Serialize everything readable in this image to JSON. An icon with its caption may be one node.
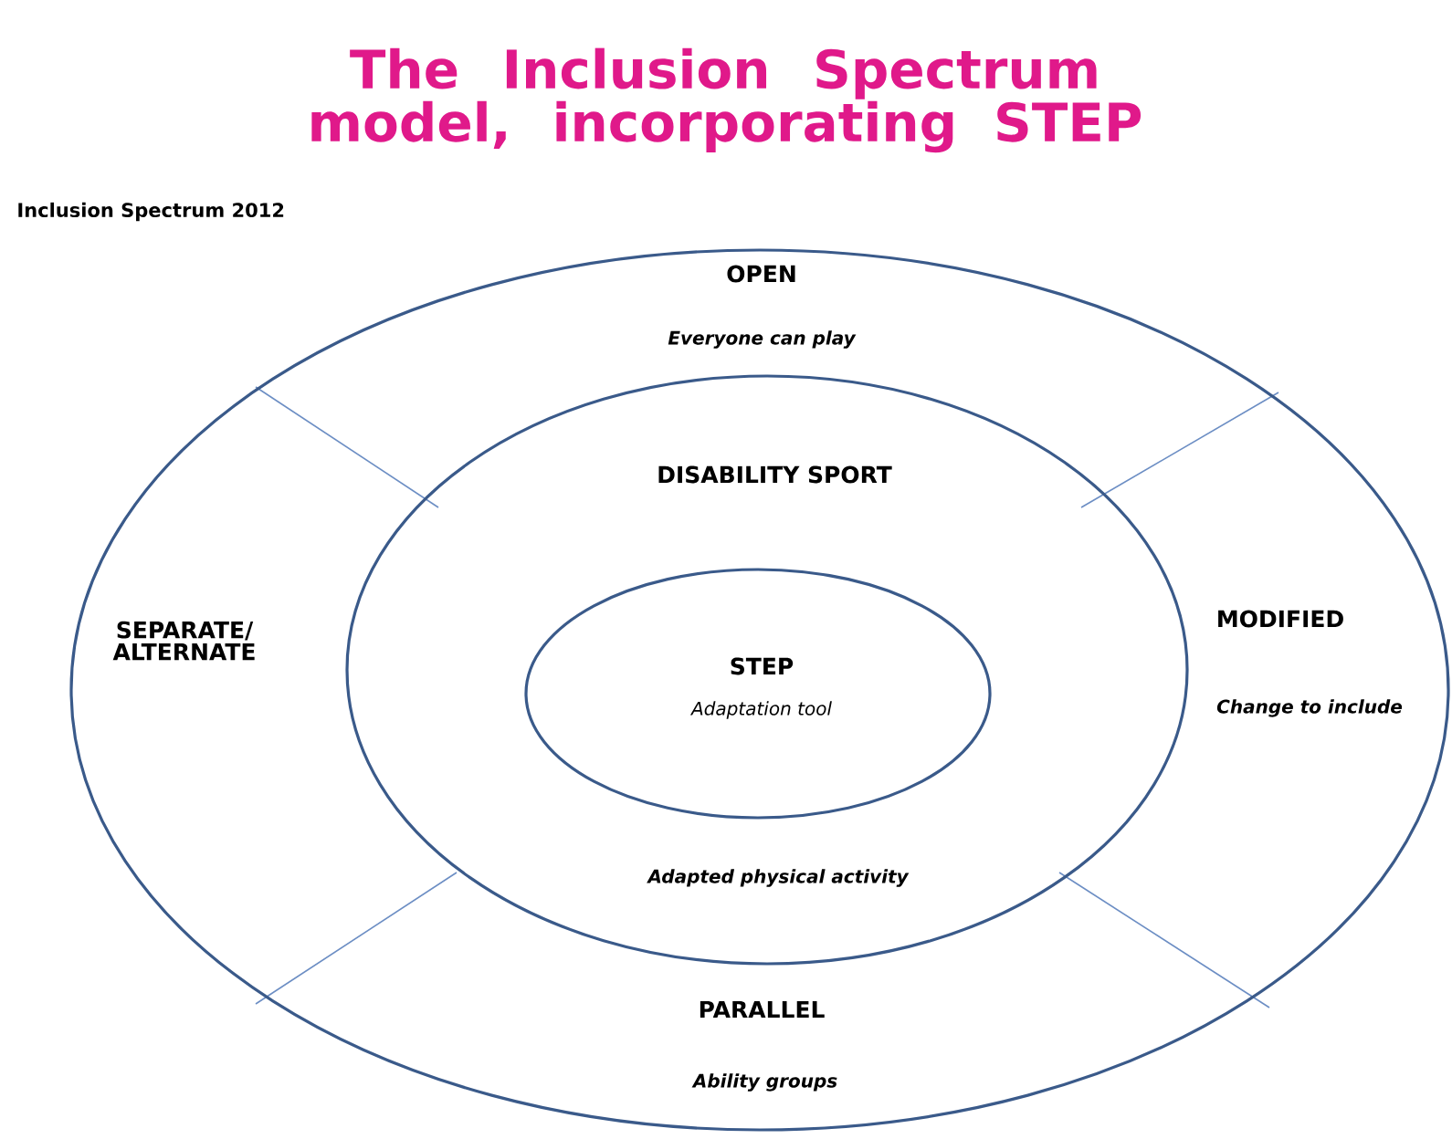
{
  "diagram": {
    "title": "The Inclusion Spectrum model, incorporating STEP",
    "nodes": [
      {
        "text": [
          "OPEN",
          "Everyone can play",
          "MODIFIED",
          "Change to include",
          "PARALLEL",
          "Ability groups",
          "SEPARATE/ ALTERNATE"
        ]
      },
      {
        "text": [
          "DISABILITY SPORT",
          "Adapted physical activity"
        ],
        "in": 0
      },
      {
        "text": [
          "STEP",
          "Adaptation tool"
        ],
        "in": 1
      }
    ],
    "labels": [
      "Inclusion Spectrum 2012"
    ]
  }
}
